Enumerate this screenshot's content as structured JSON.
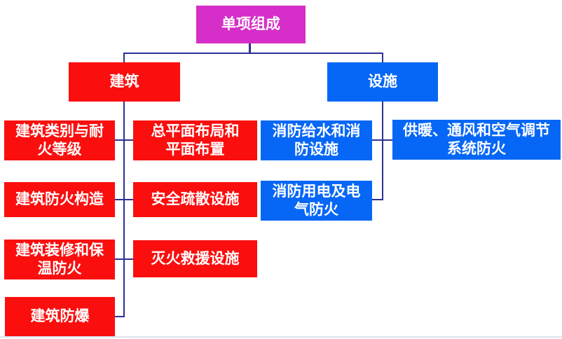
{
  "diagram": {
    "title_node": "单项组成",
    "colors": {
      "root_box": "#d62ec8",
      "building_box": "#fb0e0e",
      "facility_box": "#0667f6",
      "connector": "#2e3192",
      "text": "#ffffff",
      "bottom_divider": "#dde4ee"
    },
    "branches": [
      {
        "label": "建筑",
        "columns": [
          [
            "建筑类别与耐\n火等级",
            "建筑防火构造",
            "建筑装修和保\n温防火",
            "建筑防爆"
          ],
          [
            "总平面布局和\n平面布置",
            "安全疏散设施",
            "灭火救援设施"
          ]
        ]
      },
      {
        "label": "设施",
        "columns": [
          [
            "消防给水和消\n防设施",
            "消防用电及电\n气防火"
          ],
          [
            "供暖、通风和空气调节\n系统防火"
          ]
        ]
      }
    ]
  }
}
